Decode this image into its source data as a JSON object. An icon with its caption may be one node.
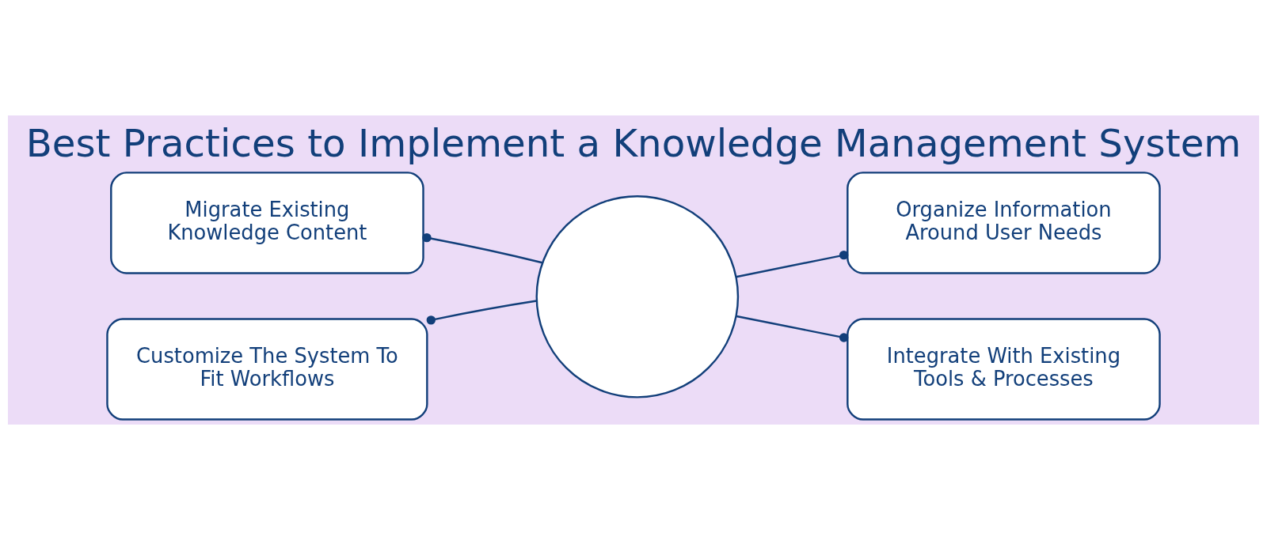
{
  "diagram": {
    "title": "Best Practices to Implement a Knowledge Management System",
    "nodes": [
      {
        "text": [
          "Migrate Existing Knowledge Content"
        ]
      },
      {
        "text": [
          "Organize Information Around User Needs"
        ]
      },
      {
        "text": [],
        "shape": "circle"
      },
      {
        "text": [
          "Customize The System To Fit Workflows"
        ]
      },
      {
        "text": [
          "Integrate With Existing Tools & Processes"
        ]
      }
    ],
    "edges": [
      {
        "from": 2,
        "to": 0,
        "arrow": "other"
      },
      {
        "from": 2,
        "to": 1,
        "arrow": "other"
      },
      {
        "from": 2,
        "to": 3,
        "arrow": "other"
      },
      {
        "from": 2,
        "to": 4,
        "arrow": "other"
      }
    ]
  }
}
